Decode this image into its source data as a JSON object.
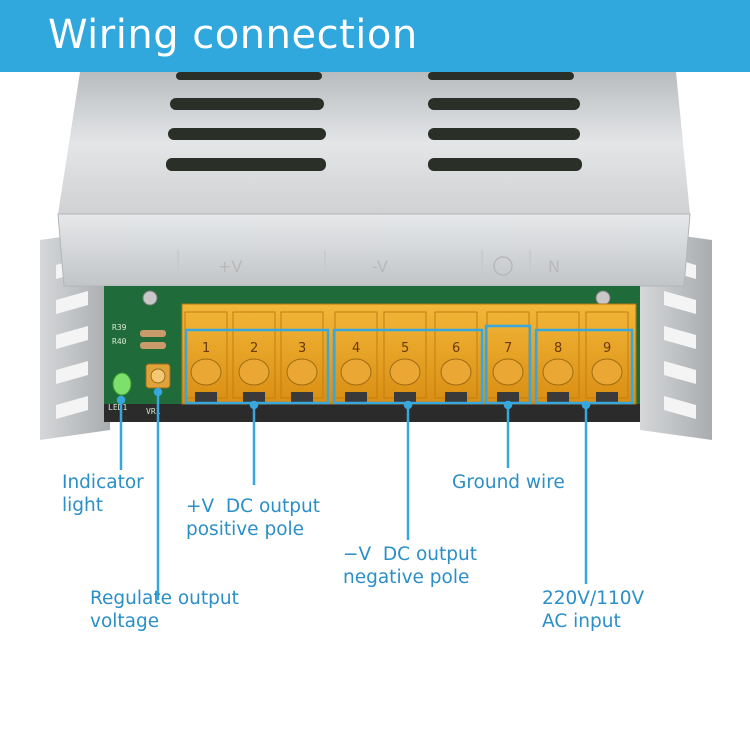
{
  "banner": {
    "title": "Wiring connection",
    "color": "#31a8dd"
  },
  "lid_markings": {
    "pos": "+V",
    "neg": "-V",
    "ground": "⏚",
    "ac": "N"
  },
  "pcb_markings": {
    "r39": "R39",
    "r40": "R40",
    "led": "LED1",
    "vr": "VR1"
  },
  "terminals": [
    "1",
    "2",
    "3",
    "4",
    "5",
    "6",
    "7",
    "8",
    "9"
  ],
  "labels": {
    "indicator": "Indicator\nlight",
    "regulate": "Regulate output\nvoltage",
    "pos_output": "+V  DC output\npositive pole",
    "neg_output": "−V  DC output\nnegative pole",
    "ground": "Ground wire",
    "ac_input": "220V/110V\nAC input"
  },
  "colors": {
    "accent": "#2b8fc8",
    "terminal": "#e8a21c",
    "pcb": "#1f6b3a",
    "housing": "#c9cbcd"
  }
}
